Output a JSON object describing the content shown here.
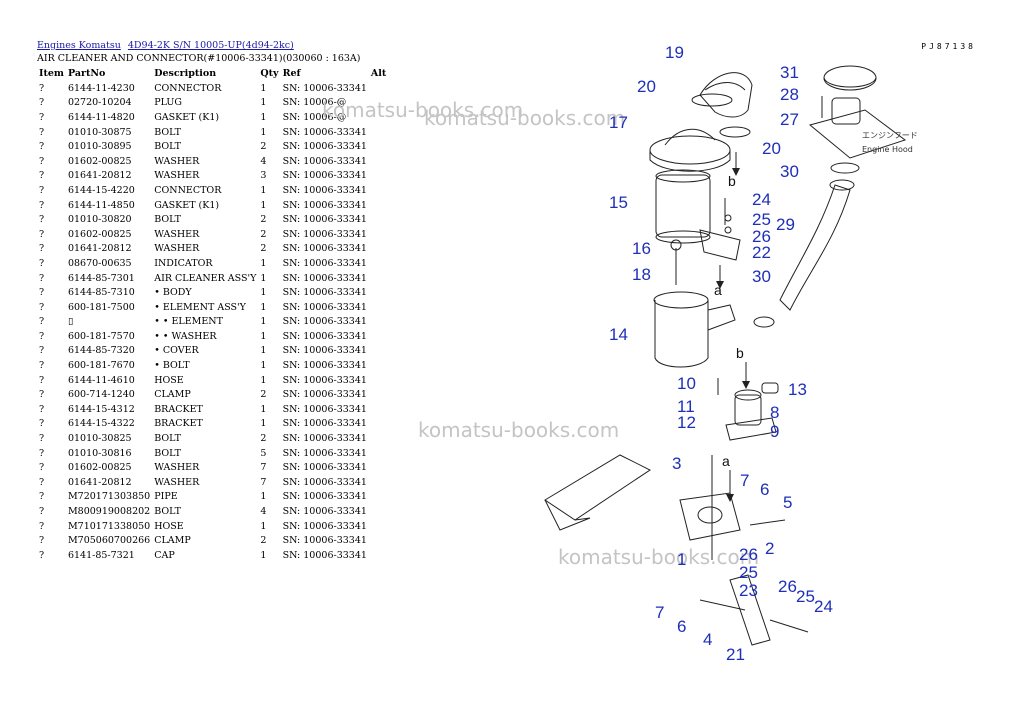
{
  "breadcrumb": {
    "link1": "Engines Komatsu",
    "link2": "4D94-2K S/N 10005-UP(4d94-2kc)"
  },
  "subtitle": "AIR CLEANER AND CONNECTOR(#10006-33341)(030060 : 163A)",
  "page_code": "PJ87138",
  "table": {
    "headers": {
      "item": "Item",
      "partno": "PartNo",
      "description": "Description",
      "qty": "Qty",
      "ref": "Ref",
      "alt": "Alt"
    },
    "rows": [
      {
        "item": "?",
        "partno": "6144-11-4230",
        "description": "CONNECTOR",
        "qty": "1",
        "ref": "SN: 10006-33341"
      },
      {
        "item": "?",
        "partno": "02720-10204",
        "description": "PLUG",
        "qty": "1",
        "ref": "SN: 10006-@"
      },
      {
        "item": "?",
        "partno": "6144-11-4820",
        "description": "GASKET (K1)",
        "qty": "1",
        "ref": "SN: 10006-@"
      },
      {
        "item": "?",
        "partno": "01010-30875",
        "description": "BOLT",
        "qty": "1",
        "ref": "SN: 10006-33341"
      },
      {
        "item": "?",
        "partno": "01010-30895",
        "description": "BOLT",
        "qty": "2",
        "ref": "SN: 10006-33341"
      },
      {
        "item": "?",
        "partno": "01602-00825",
        "description": "WASHER",
        "qty": "4",
        "ref": "SN: 10006-33341"
      },
      {
        "item": "?",
        "partno": "01641-20812",
        "description": "WASHER",
        "qty": "3",
        "ref": "SN: 10006-33341"
      },
      {
        "item": "?",
        "partno": "6144-15-4220",
        "description": "CONNECTOR",
        "qty": "1",
        "ref": "SN: 10006-33341"
      },
      {
        "item": "?",
        "partno": "6144-11-4850",
        "description": "GASKET (K1)",
        "qty": "1",
        "ref": "SN: 10006-33341"
      },
      {
        "item": "?",
        "partno": "01010-30820",
        "description": "BOLT",
        "qty": "2",
        "ref": "SN: 10006-33341"
      },
      {
        "item": "?",
        "partno": "01602-00825",
        "description": "WASHER",
        "qty": "2",
        "ref": "SN: 10006-33341"
      },
      {
        "item": "?",
        "partno": "01641-20812",
        "description": "WASHER",
        "qty": "2",
        "ref": "SN: 10006-33341"
      },
      {
        "item": "?",
        "partno": "08670-00635",
        "description": "INDICATOR",
        "qty": "1",
        "ref": "SN: 10006-33341"
      },
      {
        "item": "?",
        "partno": "6144-85-7301",
        "description": "AIR CLEANER ASS'Y",
        "qty": "1",
        "ref": "SN: 10006-33341"
      },
      {
        "item": "?",
        "partno": "6144-85-7310",
        "description": "• BODY",
        "qty": "1",
        "ref": "SN: 10006-33341"
      },
      {
        "item": "?",
        "partno": "600-181-7500",
        "description": "• ELEMENT ASS'Y",
        "qty": "1",
        "ref": "SN: 10006-33341"
      },
      {
        "item": "?",
        "partno": "▯",
        "description": "• • ELEMENT",
        "qty": "1",
        "ref": "SN: 10006-33341"
      },
      {
        "item": "?",
        "partno": "600-181-7570",
        "description": "• • WASHER",
        "qty": "1",
        "ref": "SN: 10006-33341"
      },
      {
        "item": "?",
        "partno": "6144-85-7320",
        "description": "• COVER",
        "qty": "1",
        "ref": "SN: 10006-33341"
      },
      {
        "item": "?",
        "partno": "600-181-7670",
        "description": "• BOLT",
        "qty": "1",
        "ref": "SN: 10006-33341"
      },
      {
        "item": "?",
        "partno": "6144-11-4610",
        "description": "HOSE",
        "qty": "1",
        "ref": "SN: 10006-33341"
      },
      {
        "item": "?",
        "partno": "600-714-1240",
        "description": "CLAMP",
        "qty": "2",
        "ref": "SN: 10006-33341"
      },
      {
        "item": "?",
        "partno": "6144-15-4312",
        "description": "BRACKET",
        "qty": "1",
        "ref": "SN: 10006-33341"
      },
      {
        "item": "?",
        "partno": "6144-15-4322",
        "description": "BRACKET",
        "qty": "1",
        "ref": "SN: 10006-33341"
      },
      {
        "item": "?",
        "partno": "01010-30825",
        "description": "BOLT",
        "qty": "2",
        "ref": "SN: 10006-33341"
      },
      {
        "item": "?",
        "partno": "01010-30816",
        "description": "BOLT",
        "qty": "5",
        "ref": "SN: 10006-33341"
      },
      {
        "item": "?",
        "partno": "01602-00825",
        "description": "WASHER",
        "qty": "7",
        "ref": "SN: 10006-33341"
      },
      {
        "item": "?",
        "partno": "01641-20812",
        "description": "WASHER",
        "qty": "7",
        "ref": "SN: 10006-33341"
      },
      {
        "item": "?",
        "partno": "M720171303850",
        "description": "PIPE",
        "qty": "1",
        "ref": "SN: 10006-33341"
      },
      {
        "item": "?",
        "partno": "M800919008202",
        "description": "BOLT",
        "qty": "4",
        "ref": "SN: 10006-33341"
      },
      {
        "item": "?",
        "partno": "M710171338050",
        "description": "HOSE",
        "qty": "1",
        "ref": "SN: 10006-33341"
      },
      {
        "item": "?",
        "partno": "M705060700266",
        "description": "CLAMP",
        "qty": "2",
        "ref": "SN: 10006-33341"
      },
      {
        "item": "?",
        "partno": "6141-85-7321",
        "description": "CAP",
        "qty": "1",
        "ref": "SN: 10006-33341"
      }
    ]
  },
  "watermark": "komatsu-books.com",
  "diagram": {
    "note_jp": "エンジンフード",
    "note_en": "Engine Hood",
    "callouts": [
      "19",
      "20",
      "17",
      "20",
      "15",
      "16",
      "18",
      "14",
      "24",
      "25",
      "26",
      "22",
      "30",
      "31",
      "28",
      "27",
      "30",
      "29",
      "10",
      "11",
      "12",
      "13",
      "8",
      "9",
      "3",
      "7",
      "6",
      "5",
      "1",
      "26",
      "25",
      "23",
      "2",
      "7",
      "6",
      "4",
      "26",
      "25",
      "24",
      "21"
    ],
    "letters": [
      "b",
      "a",
      "b",
      "a"
    ]
  }
}
